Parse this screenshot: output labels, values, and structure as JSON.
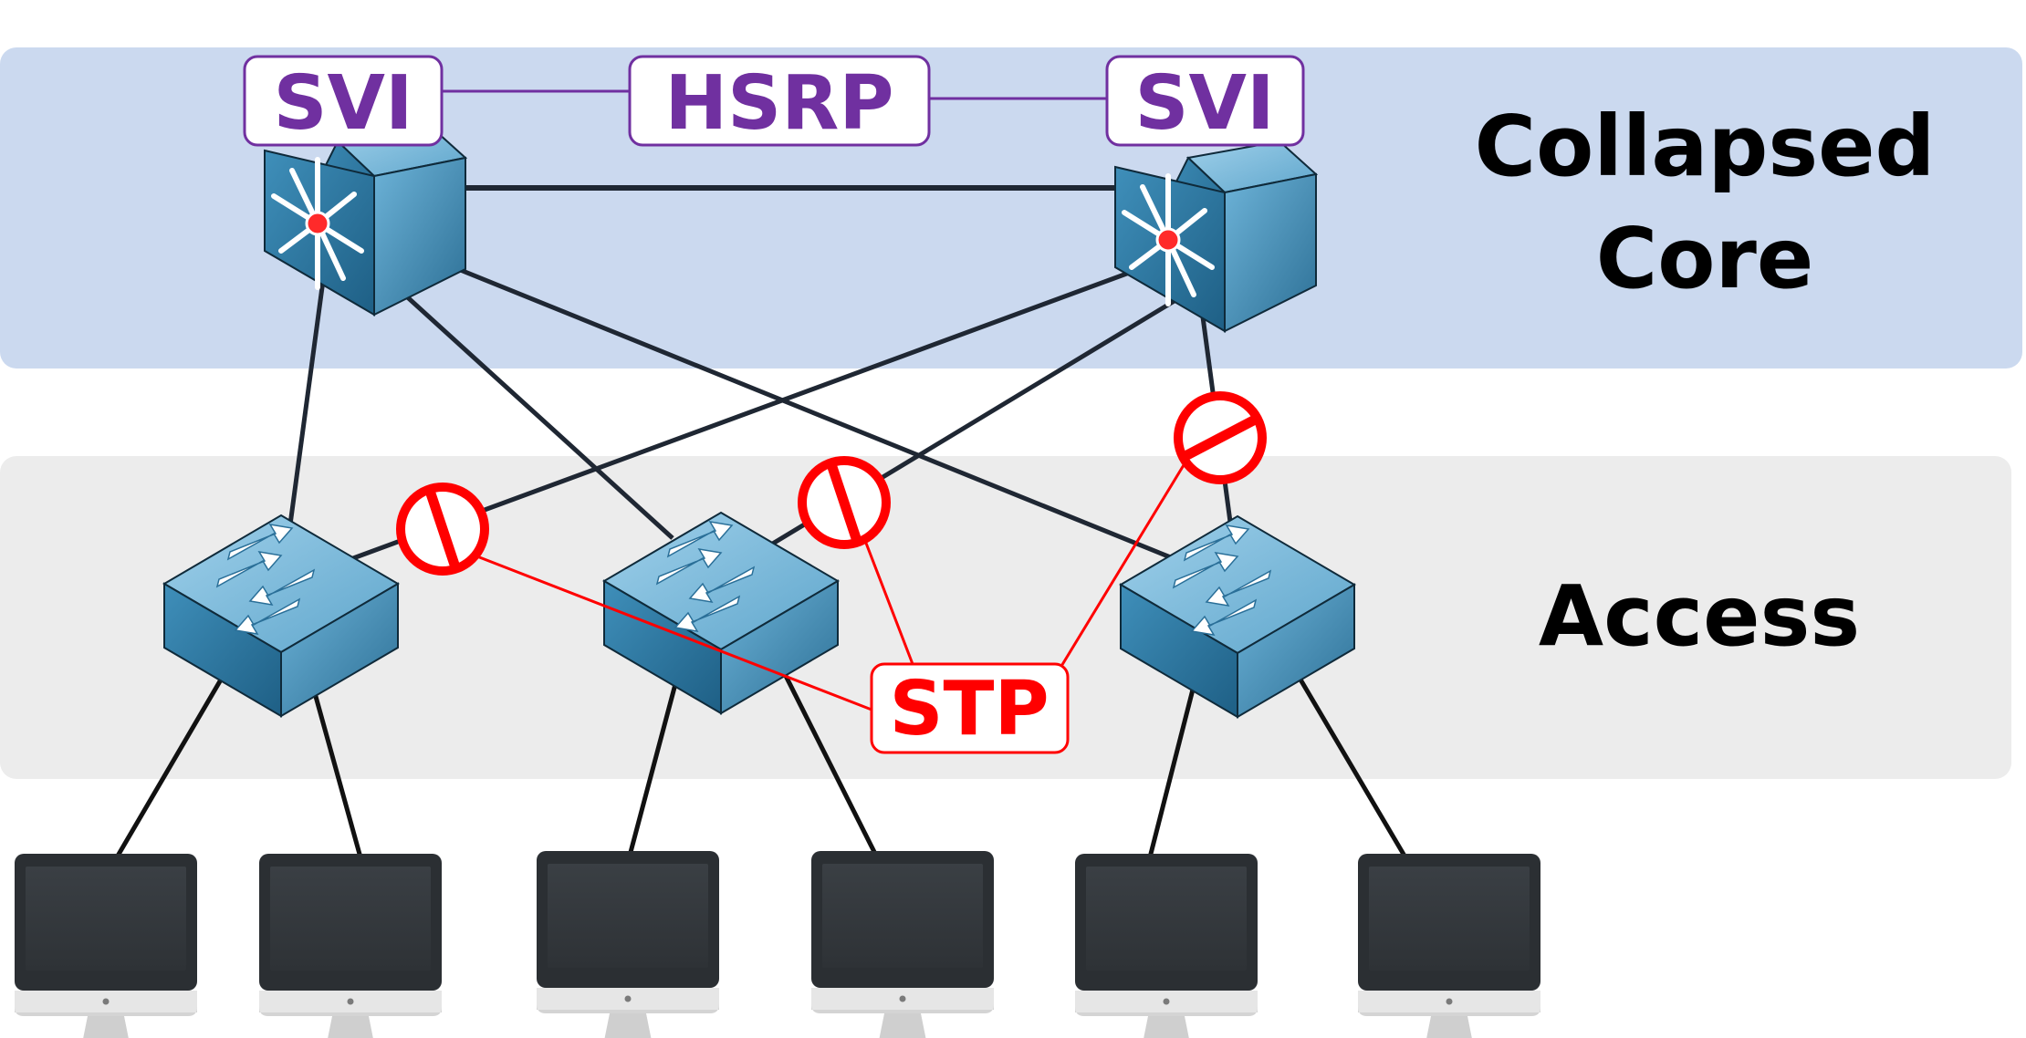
{
  "layers": {
    "core": {
      "line1": "Collapsed",
      "line2": "Core"
    },
    "access": {
      "title": "Access"
    }
  },
  "labels": {
    "svi_left": "SVI",
    "svi_right": "SVI",
    "hsrp": "HSRP",
    "stp": "STP"
  },
  "colors": {
    "core_band": "#cbd9ef",
    "access_band": "#ececec",
    "protocol_purple": "#7030a0",
    "stp_red": "#ff0000",
    "link": "#1f2733"
  },
  "icons": {
    "core_switch": "multilayer-switch-icon",
    "access_switch": "workgroup-switch-icon",
    "end_host": "desktop-computer-icon",
    "blocked_port": "no-entry-icon"
  }
}
